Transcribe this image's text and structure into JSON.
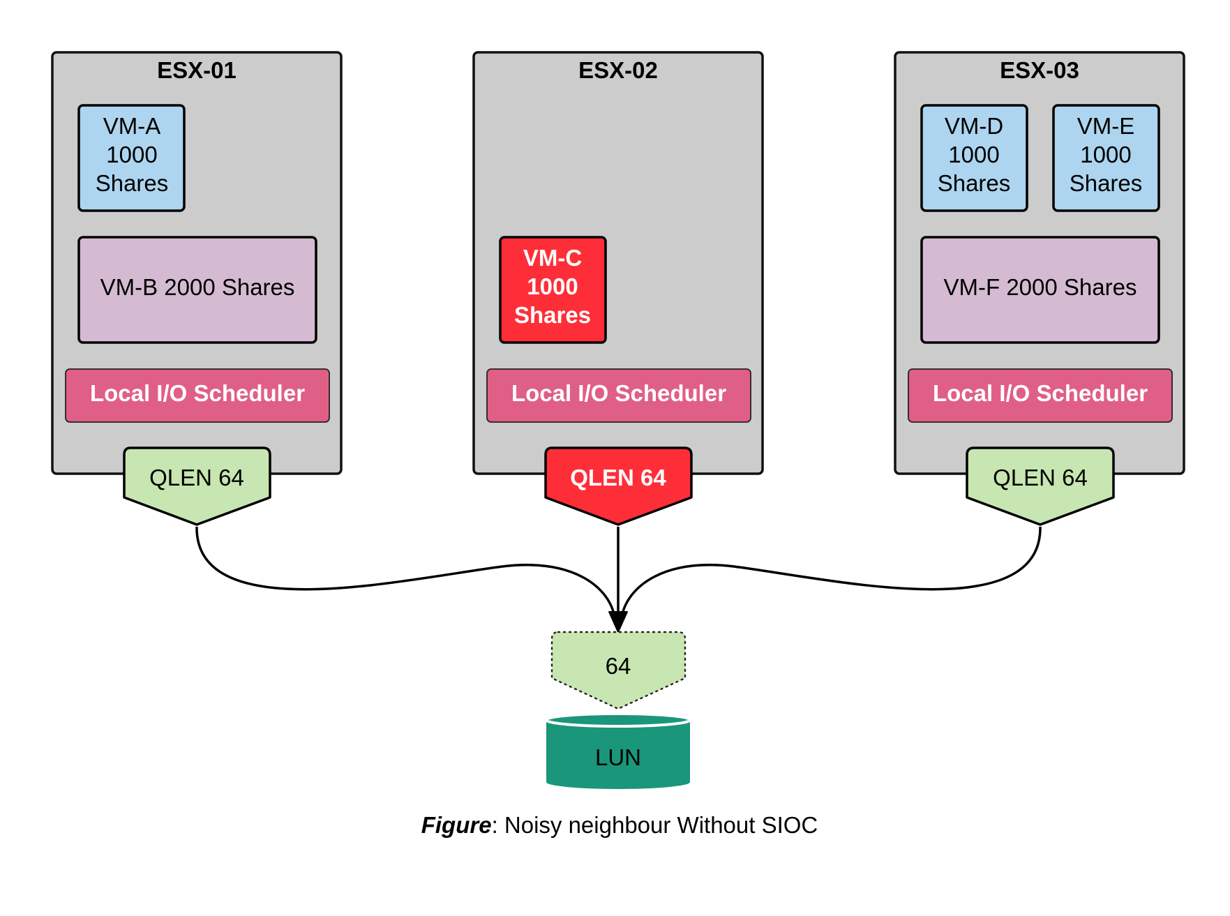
{
  "hosts": [
    {
      "title": "ESX-01",
      "vm_a": {
        "line1": "VM-A",
        "line2": "1000",
        "line3": "Shares"
      },
      "vm_b": {
        "label": "VM-B 2000 Shares"
      },
      "scheduler": "Local I/O Scheduler",
      "qlen": "QLEN 64"
    },
    {
      "title": "ESX-02",
      "vm_c": {
        "line1": "VM-C",
        "line2": "1000",
        "line3": "Shares"
      },
      "scheduler": "Local I/O Scheduler",
      "qlen": "QLEN 64"
    },
    {
      "title": "ESX-03",
      "vm_d": {
        "line1": "VM-D",
        "line2": "1000",
        "line3": "Shares"
      },
      "vm_e": {
        "line1": "VM-E",
        "line2": "1000",
        "line3": "Shares"
      },
      "vm_f": {
        "label": "VM-F 2000 Shares"
      },
      "scheduler": "Local I/O Scheduler",
      "qlen": "QLEN 64"
    }
  ],
  "aggregate_queue": "64",
  "lun": "LUN",
  "caption": {
    "prefix": "Figure",
    "text": ": Noisy neighbour Without SIOC"
  },
  "colors": {
    "host_fill": "#cccccc",
    "vm_light_blue": "#add5ef",
    "vm_purple": "#d4bbd1",
    "noisy_vm_red": "#fe2e38",
    "scheduler_pink": "#e05f86",
    "queue_green": "#c7e6b1",
    "lun_teal": "#1a967a"
  }
}
